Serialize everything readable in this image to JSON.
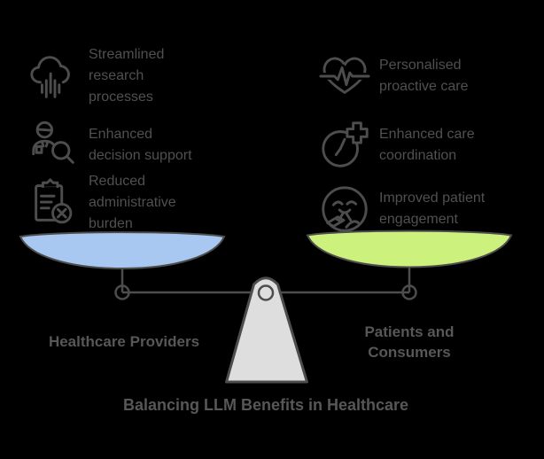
{
  "title": "Balancing LLM Benefits in Healthcare",
  "left": {
    "label": "Healthcare Providers",
    "pan_color": "#a9c8f1",
    "items": [
      {
        "icon": "cloud-research-icon",
        "text": "Streamlined\nresearch\nprocesses"
      },
      {
        "icon": "person-search-icon",
        "text": "Enhanced\ndecision support"
      },
      {
        "icon": "clipboard-x-icon",
        "text": "Reduced\nadministrative\nburden"
      }
    ]
  },
  "right": {
    "label": "Patients and\nConsumers",
    "pan_color": "#cdf17d",
    "items": [
      {
        "icon": "heart-pulse-icon",
        "text": "Personalised\nproactive care"
      },
      {
        "icon": "clock-plus-icon",
        "text": "Enhanced care\ncoordination"
      },
      {
        "icon": "patient-engagement-icon",
        "text": "Improved patient\nengagement"
      }
    ]
  },
  "colors": {
    "background": "#000000",
    "stroke": "#4d4d4d",
    "fulcrum_fill": "#dedede",
    "item_text": "#505050",
    "label_text": "#575757"
  }
}
